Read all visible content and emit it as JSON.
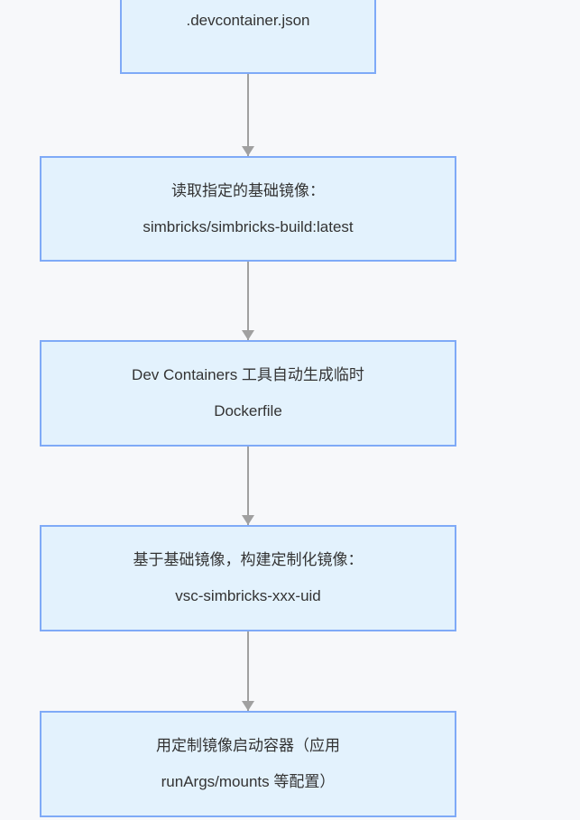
{
  "diagram": {
    "type": "flowchart",
    "orientation": "vertical",
    "background_color": "#f7f8fa",
    "node_fill_color": "#e3f2fd",
    "node_border_color": "#7faaf7",
    "text_color": "#333333",
    "connector_color": "#a0a0a0",
    "nodes": [
      {
        "id": "devcontainer-json",
        "lines": [
          ".devcontainer.json"
        ]
      },
      {
        "id": "read-base-image",
        "lines": [
          "读取指定的基础镜像：",
          "simbricks/simbricks-build:latest"
        ]
      },
      {
        "id": "generate-dockerfile",
        "lines": [
          "Dev Containers 工具自动生成临时",
          "Dockerfile"
        ]
      },
      {
        "id": "build-custom-image",
        "lines": [
          "基于基础镜像，构建定制化镜像：",
          "vsc-simbricks-xxx-uid"
        ]
      },
      {
        "id": "start-container",
        "lines": [
          "用定制镜像启动容器（应用",
          "runArgs/mounts 等配置）"
        ]
      }
    ],
    "connectors": [
      {
        "id": "arrow-1",
        "from": "devcontainer-json",
        "to": "read-base-image"
      },
      {
        "id": "arrow-2",
        "from": "read-base-image",
        "to": "generate-dockerfile"
      },
      {
        "id": "arrow-3",
        "from": "generate-dockerfile",
        "to": "build-custom-image"
      },
      {
        "id": "arrow-4",
        "from": "build-custom-image",
        "to": "start-container"
      }
    ]
  }
}
